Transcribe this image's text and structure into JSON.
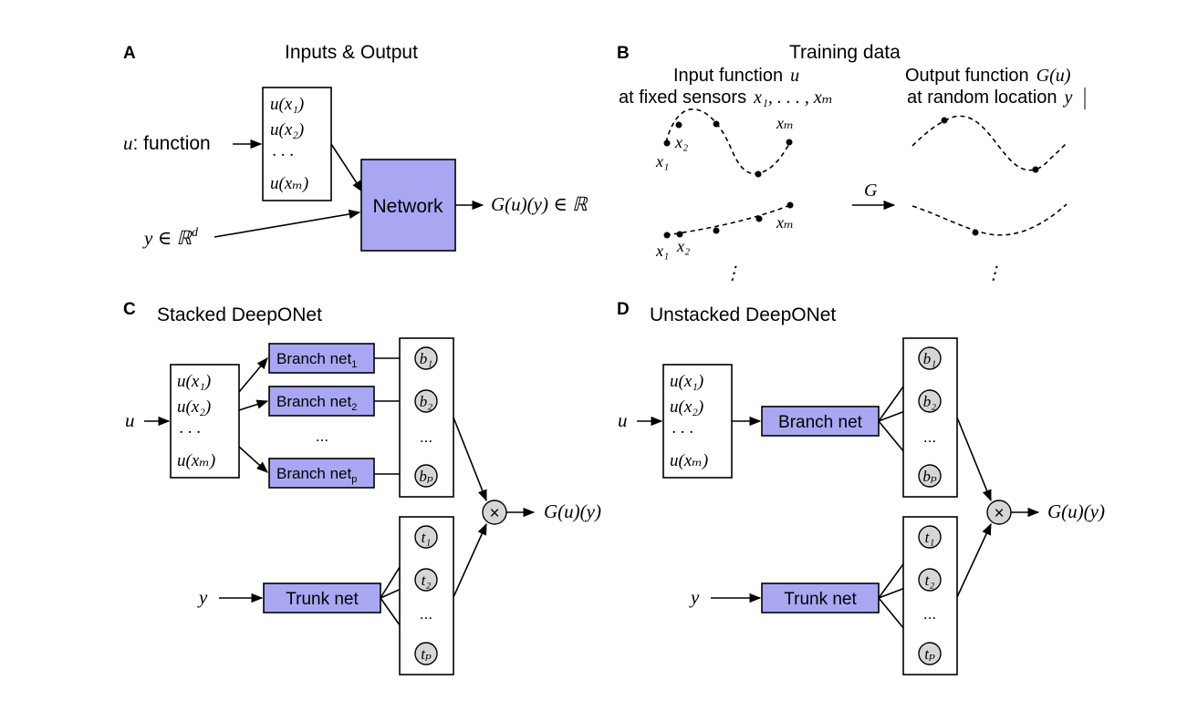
{
  "colors": {
    "network_fill": "#a9a7f2",
    "node_fill": "#d6d6d6",
    "stroke": "#000000"
  },
  "panel_a": {
    "letter": "A",
    "title": "Inputs & Output",
    "input_var": "u",
    "input_suffix": ": function",
    "sensors": [
      "u(x₁)",
      "u(x₂)",
      "· · ·",
      "u(xₘ)"
    ],
    "network_label": "Network",
    "y_input": "y ∈ ℝ",
    "y_superscript": "d",
    "output": "G(u)(y) ∈ ℝ"
  },
  "panel_b": {
    "letter": "B",
    "title": "Training data",
    "input_heading_1": "Input function",
    "input_heading_var": "u",
    "input_heading_2": "at fixed sensors",
    "input_heading_sensors": "x₁, . . . , xₘ",
    "output_heading_1": "Output function",
    "output_heading_var": "G(u)",
    "output_heading_2": "at random location",
    "output_heading_loc": "y",
    "label_x1": "x₁",
    "label_x2": "x₂",
    "label_xm": "xₘ",
    "operator": "G",
    "vdots": "⋮"
  },
  "panel_c": {
    "letter": "C",
    "title": "Stacked DeepONet",
    "input_u": "u",
    "input_y": "y",
    "sensors": [
      "u(x₁)",
      "u(x₂)",
      "· · ·",
      "u(xₘ)"
    ],
    "branch_nets": [
      "Branch net",
      "Branch net",
      "Branch net"
    ],
    "branch_subscripts": [
      "1",
      "2",
      "p"
    ],
    "branch_ellipsis": "...",
    "b_nodes": [
      "b₁",
      "b₂",
      "bₚ"
    ],
    "b_ellipsis": "...",
    "trunk_net": "Trunk net",
    "t_nodes": [
      "t₁",
      "t₂",
      "tₚ"
    ],
    "t_ellipsis": "...",
    "product": "×",
    "output": "G(u)(y)"
  },
  "panel_d": {
    "letter": "D",
    "title": "Unstacked DeepONet",
    "input_u": "u",
    "input_y": "y",
    "sensors": [
      "u(x₁)",
      "u(x₂)",
      "· · ·",
      "u(xₘ)"
    ],
    "branch_net": "Branch net",
    "b_nodes": [
      "b₁",
      "b₂",
      "bₚ"
    ],
    "b_ellipsis": "...",
    "trunk_net": "Trunk net",
    "t_nodes": [
      "t₁",
      "t₂",
      "tₚ"
    ],
    "t_ellipsis": "...",
    "product": "×",
    "output": "G(u)(y)"
  }
}
